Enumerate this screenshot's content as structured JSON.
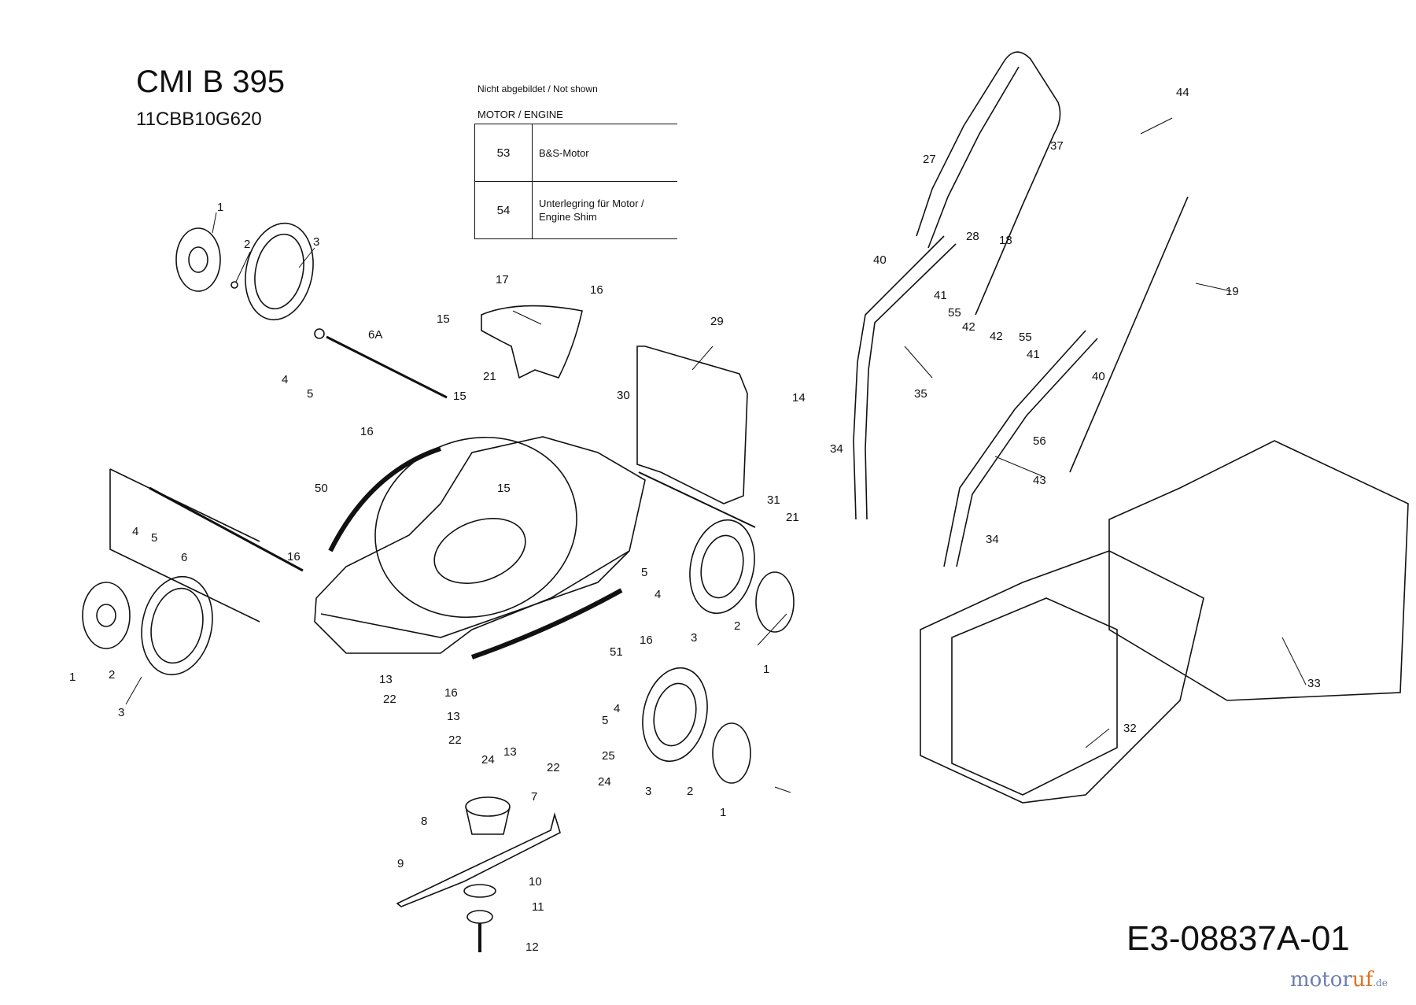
{
  "header": {
    "model": "CMI B 395",
    "part_number": "11CBB10G620"
  },
  "legend": {
    "note": "Nicht abgebildet / Not shown",
    "header": "MOTOR / ENGINE",
    "rows": [
      {
        "num": "53",
        "desc": "B&S-Motor"
      },
      {
        "num": "54",
        "desc": "Unterlegring für Motor / Engine Shim"
      }
    ]
  },
  "document_id": "E3-08837A-01",
  "watermark": {
    "part1": "motor",
    "part2": "uf",
    "suffix": ".de"
  },
  "callouts": [
    "1",
    "2",
    "3",
    "4",
    "5",
    "6",
    "6A",
    "7",
    "8",
    "9",
    "10",
    "11",
    "12",
    "13",
    "14",
    "15",
    "16",
    "17",
    "18",
    "19",
    "21",
    "22",
    "24",
    "25",
    "27",
    "28",
    "29",
    "30",
    "31",
    "32",
    "33",
    "34",
    "35",
    "37",
    "40",
    "41",
    "42",
    "43",
    "44",
    "50",
    "51",
    "55",
    "56"
  ]
}
